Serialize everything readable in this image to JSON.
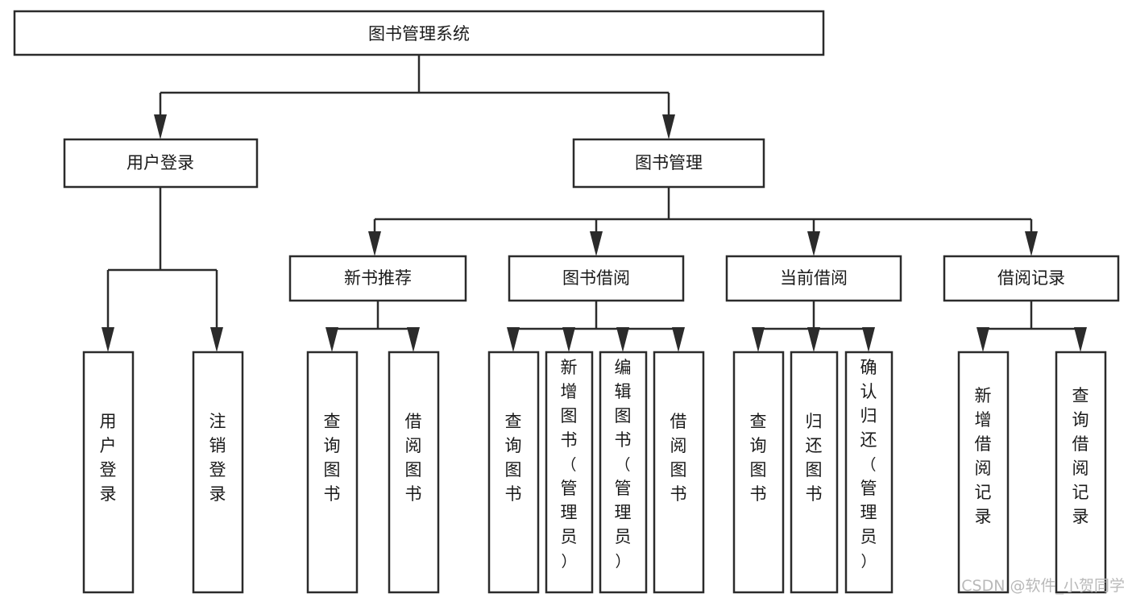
{
  "diagram": {
    "title": "图书管理系统",
    "type": "hierarchy-tree",
    "root": {
      "id": "root",
      "label": "图书管理系统",
      "orientation": "horizontal"
    },
    "level2": [
      {
        "id": "user-login",
        "label": "用户登录",
        "orientation": "horizontal"
      },
      {
        "id": "book-manage",
        "label": "图书管理",
        "orientation": "horizontal"
      }
    ],
    "level3": [
      {
        "id": "new-book-recommend",
        "label": "新书推荐",
        "orientation": "horizontal",
        "parent": "book-manage"
      },
      {
        "id": "book-borrow",
        "label": "图书借阅",
        "orientation": "horizontal",
        "parent": "book-manage"
      },
      {
        "id": "current-borrow",
        "label": "当前借阅",
        "orientation": "horizontal",
        "parent": "book-manage"
      },
      {
        "id": "borrow-record",
        "label": "借阅记录",
        "orientation": "horizontal",
        "parent": "book-manage"
      }
    ],
    "leaves": [
      {
        "id": "leaf-user-login",
        "label": "用户登录",
        "orientation": "vertical",
        "parent": "user-login"
      },
      {
        "id": "leaf-logout-login",
        "label": "注销登录",
        "orientation": "vertical",
        "parent": "user-login"
      },
      {
        "id": "leaf-query-book-1",
        "label": "查询图书",
        "orientation": "vertical",
        "parent": "new-book-recommend"
      },
      {
        "id": "leaf-borrow-book-1",
        "label": "借阅图书",
        "orientation": "vertical",
        "parent": "new-book-recommend"
      },
      {
        "id": "leaf-query-book-2",
        "label": "查询图书",
        "orientation": "vertical",
        "parent": "book-borrow"
      },
      {
        "id": "leaf-add-book",
        "label": "新增图书（管理员）",
        "orientation": "vertical",
        "parent": "book-borrow"
      },
      {
        "id": "leaf-edit-book",
        "label": "编辑图书（管理员）",
        "orientation": "vertical",
        "parent": "book-borrow"
      },
      {
        "id": "leaf-borrow-book-2",
        "label": "借阅图书",
        "orientation": "vertical",
        "parent": "book-borrow"
      },
      {
        "id": "leaf-query-book-3",
        "label": "查询图书",
        "orientation": "vertical",
        "parent": "current-borrow"
      },
      {
        "id": "leaf-return-book",
        "label": "归还图书",
        "orientation": "vertical",
        "parent": "current-borrow"
      },
      {
        "id": "leaf-confirm-return",
        "label": "确认归还（管理员）",
        "orientation": "vertical",
        "parent": "current-borrow"
      },
      {
        "id": "leaf-add-record",
        "label": "新增借阅记录",
        "orientation": "vertical",
        "parent": "borrow-record"
      },
      {
        "id": "leaf-query-record",
        "label": "查询借阅记录",
        "orientation": "vertical",
        "parent": "borrow-record"
      }
    ],
    "colors": {
      "background": "#ffffff",
      "box_fill": "#ffffff",
      "box_stroke": "#2b2b2b",
      "text": "#1a1a1a",
      "watermark": "#b9b9b9"
    }
  },
  "watermark": {
    "text": "CSDN @软件_小贺同学"
  }
}
